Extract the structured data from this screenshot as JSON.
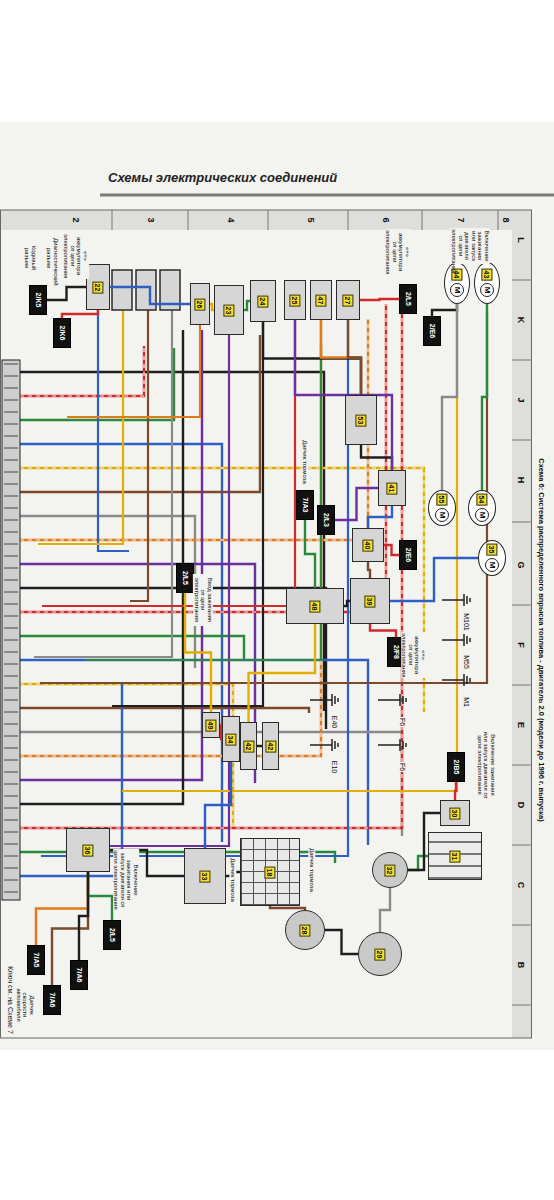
{
  "diagram": {
    "title": "Схемы электрических соединений",
    "caption": "Схема 6: Система распределенного впрыска топлива - двигатель 2.0 (модели до 1996 г. выпуска)",
    "nodes": [
      {
        "text": [
          "22"
        ]
      },
      {
        "text": [
          "26"
        ]
      },
      {
        "text": [
          "23"
        ]
      },
      {
        "text": [
          "24"
        ]
      },
      {
        "text": [
          "25"
        ]
      },
      {
        "text": [
          "47"
        ]
      },
      {
        "text": [
          "27"
        ]
      },
      {
        "text": [
          "44",
          "M"
        ]
      },
      {
        "text": [
          "43",
          "M"
        ]
      },
      {
        "text": [
          "53"
        ]
      },
      {
        "text": [
          "41"
        ]
      },
      {
        "text": [
          "40"
        ]
      },
      {
        "text": [
          "55",
          "M"
        ]
      },
      {
        "text": [
          "54",
          "M"
        ]
      },
      {
        "text": [
          "35",
          "M"
        ]
      },
      {
        "text": [
          "48"
        ]
      },
      {
        "text": [
          "39"
        ]
      },
      {
        "text": [
          "49"
        ]
      },
      {
        "text": [
          "34"
        ]
      },
      {
        "text": [
          "42"
        ]
      },
      {
        "text": [
          "42"
        ]
      },
      {
        "text": [
          "33"
        ]
      },
      {
        "text": [
          "18"
        ]
      },
      {
        "text": [
          "28"
        ]
      },
      {
        "text": [
          "29"
        ]
      },
      {
        "text": [
          "32"
        ]
      },
      {
        "text": [
          "31"
        ]
      },
      {
        "text": [
          "30"
        ]
      },
      {
        "text": [
          "36"
        ]
      },
      {
        "text": [
          "2/K5"
        ]
      },
      {
        "text": [
          "2/K6"
        ]
      },
      {
        "text": [
          "2/L5"
        ]
      },
      {
        "text": [
          "2/E6"
        ]
      },
      {
        "text": [
          "2/L5"
        ]
      },
      {
        "text": [
          "7/A3"
        ]
      },
      {
        "text": [
          "2/L3"
        ]
      },
      {
        "text": [
          "2/E6"
        ]
      },
      {
        "text": [
          "2/F8"
        ]
      },
      {
        "text": [
          "2/B5"
        ]
      },
      {
        "text": [
          "7/A6"
        ]
      },
      {
        "text": [
          "2/L5"
        ]
      },
      {
        "text": [
          "7/A5"
        ]
      },
      {
        "text": [
          "7/A6"
        ]
      }
    ],
    "edges": [
      {
        "from": 29,
        "to": 0,
        "arrow": "none"
      },
      {
        "from": 30,
        "to": 0,
        "arrow": "none"
      },
      {
        "from": 0,
        "to": 1,
        "arrow": "none"
      },
      {
        "from": 1,
        "to": 2,
        "arrow": "none"
      },
      {
        "from": 2,
        "to": 3,
        "arrow": "none"
      },
      {
        "from": 3,
        "to": 9,
        "arrow": "none"
      },
      {
        "from": 5,
        "to": 9,
        "arrow": "none"
      },
      {
        "from": 6,
        "to": 9,
        "arrow": "none"
      },
      {
        "from": 31,
        "to": 6,
        "arrow": "none"
      },
      {
        "from": 32,
        "to": 7,
        "arrow": "none"
      },
      {
        "from": 7,
        "to": 12,
        "arrow": "none"
      },
      {
        "from": 8,
        "to": 13,
        "arrow": "none"
      },
      {
        "from": 9,
        "to": 10,
        "arrow": "none"
      },
      {
        "from": 10,
        "to": 11,
        "arrow": "none"
      },
      {
        "from": 36,
        "to": 11,
        "arrow": "none"
      },
      {
        "from": 11,
        "to": 16,
        "arrow": "none"
      },
      {
        "from": 16,
        "to": 15,
        "arrow": "none"
      },
      {
        "from": 34,
        "to": 15,
        "arrow": "none"
      },
      {
        "from": 35,
        "to": 10,
        "arrow": "none"
      },
      {
        "from": 15,
        "to": 19,
        "arrow": "none"
      },
      {
        "from": 19,
        "to": 20,
        "arrow": "none"
      },
      {
        "from": 17,
        "to": 18,
        "arrow": "none"
      },
      {
        "from": 18,
        "to": 21,
        "arrow": "none"
      },
      {
        "from": 21,
        "to": 22,
        "arrow": "none"
      },
      {
        "from": 22,
        "to": 23,
        "arrow": "none"
      },
      {
        "from": 23,
        "to": 24,
        "arrow": "none"
      },
      {
        "from": 24,
        "to": 25,
        "arrow": "none"
      },
      {
        "from": 25,
        "to": 26,
        "arrow": "none"
      },
      {
        "from": 38,
        "to": 27,
        "arrow": "none"
      },
      {
        "from": 27,
        "to": 25,
        "arrow": "none"
      },
      {
        "from": 33,
        "to": 17,
        "arrow": "none"
      },
      {
        "from": 14,
        "to": 16,
        "arrow": "none"
      },
      {
        "from": 37,
        "to": 16,
        "arrow": "none"
      },
      {
        "from": 28,
        "to": 21,
        "arrow": "none"
      },
      {
        "from": 40,
        "to": 28,
        "arrow": "none"
      },
      {
        "from": 39,
        "to": 28,
        "arrow": "none"
      },
      {
        "from": 41,
        "to": 28,
        "arrow": "none"
      },
      {
        "from": 42,
        "to": 28,
        "arrow": "none"
      },
      {
        "from": 4,
        "to": 10,
        "arrow": "none"
      }
    ],
    "labels": [
      "2",
      "3",
      "4",
      "5",
      "6",
      "7",
      "8",
      "L",
      "K",
      "J",
      "H",
      "G",
      "F",
      "E",
      "D",
      "C",
      "B",
      "Кодовый разъем",
      "Диагностический разъем",
      "«+» аккумулятора от цепи электропитания",
      "«+» аккумулятора от цепи электропитания",
      "Включение зажигания или запуск двигателя от цепи электропитания",
      "Ввод зажигания от цепи электропитания",
      "Датчик тормоза",
      "«+» аккумулятора от цепи электропитания",
      "Включение зажигания или запуск двигателя от цепи электропитания",
      "E40",
      "E10",
      "F6",
      "F6",
      "M101",
      "M55",
      "M1",
      "Датчик тормоза",
      "Датчик тормоза",
      "Датчик скорости автомобиля",
      "Ключ см. на Схеме 7",
      "Включение зажигания или запуск двигателя от цепи электропитания"
    ]
  }
}
